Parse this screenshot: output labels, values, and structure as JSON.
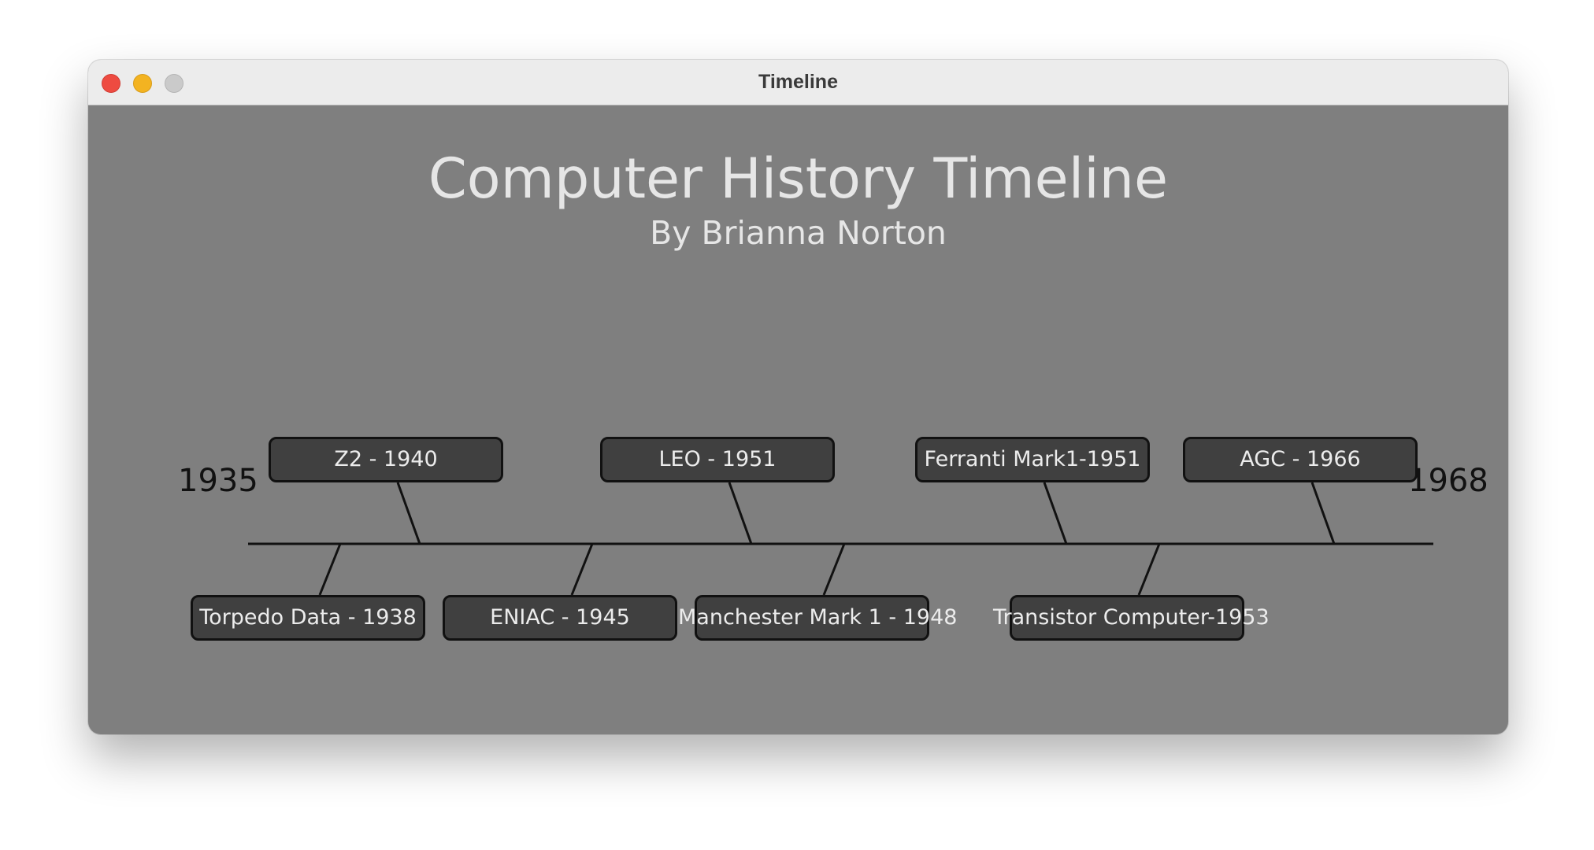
{
  "window": {
    "title": "Timeline"
  },
  "header": {
    "title": "Computer History Timeline",
    "subtitle": "By Brianna Norton"
  },
  "timeline": {
    "start_year": "1935",
    "end_year": "1968",
    "events": [
      {
        "label": "Z2 - 1940",
        "position": "above"
      },
      {
        "label": "LEO - 1951",
        "position": "above"
      },
      {
        "label": "Ferranti Mark1-1951",
        "position": "above"
      },
      {
        "label": "AGC - 1966",
        "position": "above"
      },
      {
        "label": "Torpedo Data - 1938",
        "position": "below"
      },
      {
        "label": "ENIAC - 1945",
        "position": "below"
      },
      {
        "label": "Manchester Mark 1 - 1948",
        "position": "below"
      },
      {
        "label": "Transistor Computer-1953",
        "position": "below"
      }
    ]
  },
  "colors": {
    "background": "#7f7f7f",
    "box_fill": "#404040",
    "box_border": "#111111",
    "line": "#111111",
    "title_text": "#e6e6e6"
  }
}
